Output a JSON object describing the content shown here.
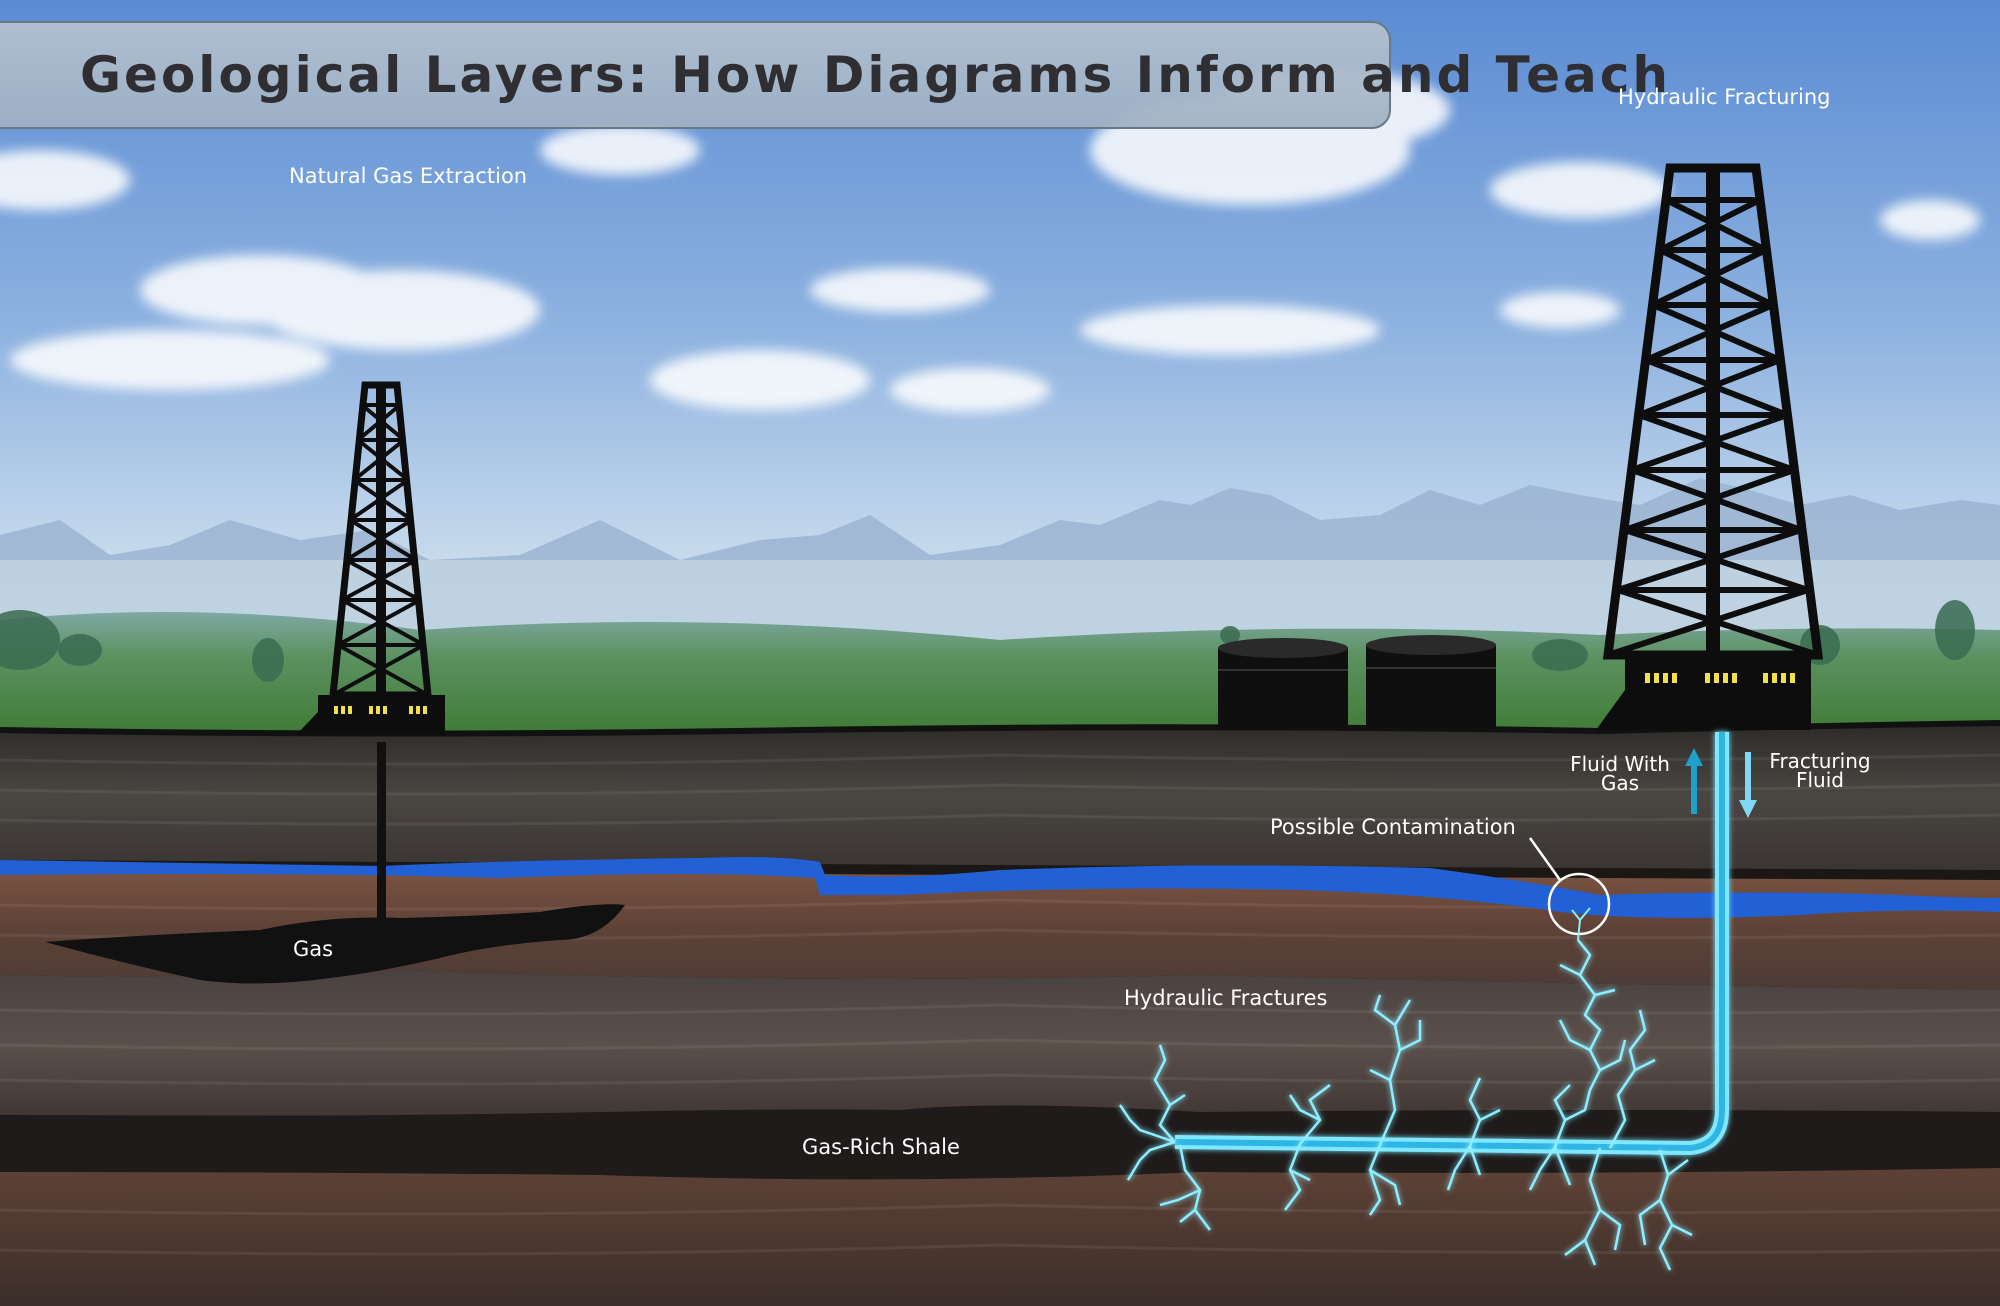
{
  "title": "Geological Layers: How Diagrams Inform and Teach",
  "labels": {
    "natural_gas_extraction": "Natural Gas Extraction",
    "hydraulic_fracturing": "Hydraulic Fracturing",
    "fluid_with_gas_line1": "Fluid With",
    "fluid_with_gas_line2": "Gas",
    "fracturing_fluid_line1": "Fracturing",
    "fracturing_fluid_line2": "Fluid",
    "possible_contamination": "Possible Contamination",
    "gas": "Gas",
    "hydraulic_fractures": "Hydraulic Fractures",
    "gas_rich_shale": "Gas-Rich Shale"
  },
  "colors": {
    "sky_top": "#5d8fd6",
    "sky_bottom": "#d9e8f2",
    "mountains": "#9fb7d3",
    "grass": "#4e8a3a",
    "topsoil": "#3b3835",
    "aquifer": "#1f5fd0",
    "rock_brown": "#6e4a3a",
    "shale": "#1f1c1b",
    "fracture_glow": "#6fe6ff",
    "rig": "#0d0d0d",
    "rig_lights": "#f4e24a",
    "title_panel": "#a9b8c8"
  },
  "icons": [
    "derrick-left-icon",
    "derrick-right-icon",
    "storage-tank-icon",
    "arrow-up-icon",
    "arrow-down-icon",
    "contamination-circle-icon"
  ]
}
